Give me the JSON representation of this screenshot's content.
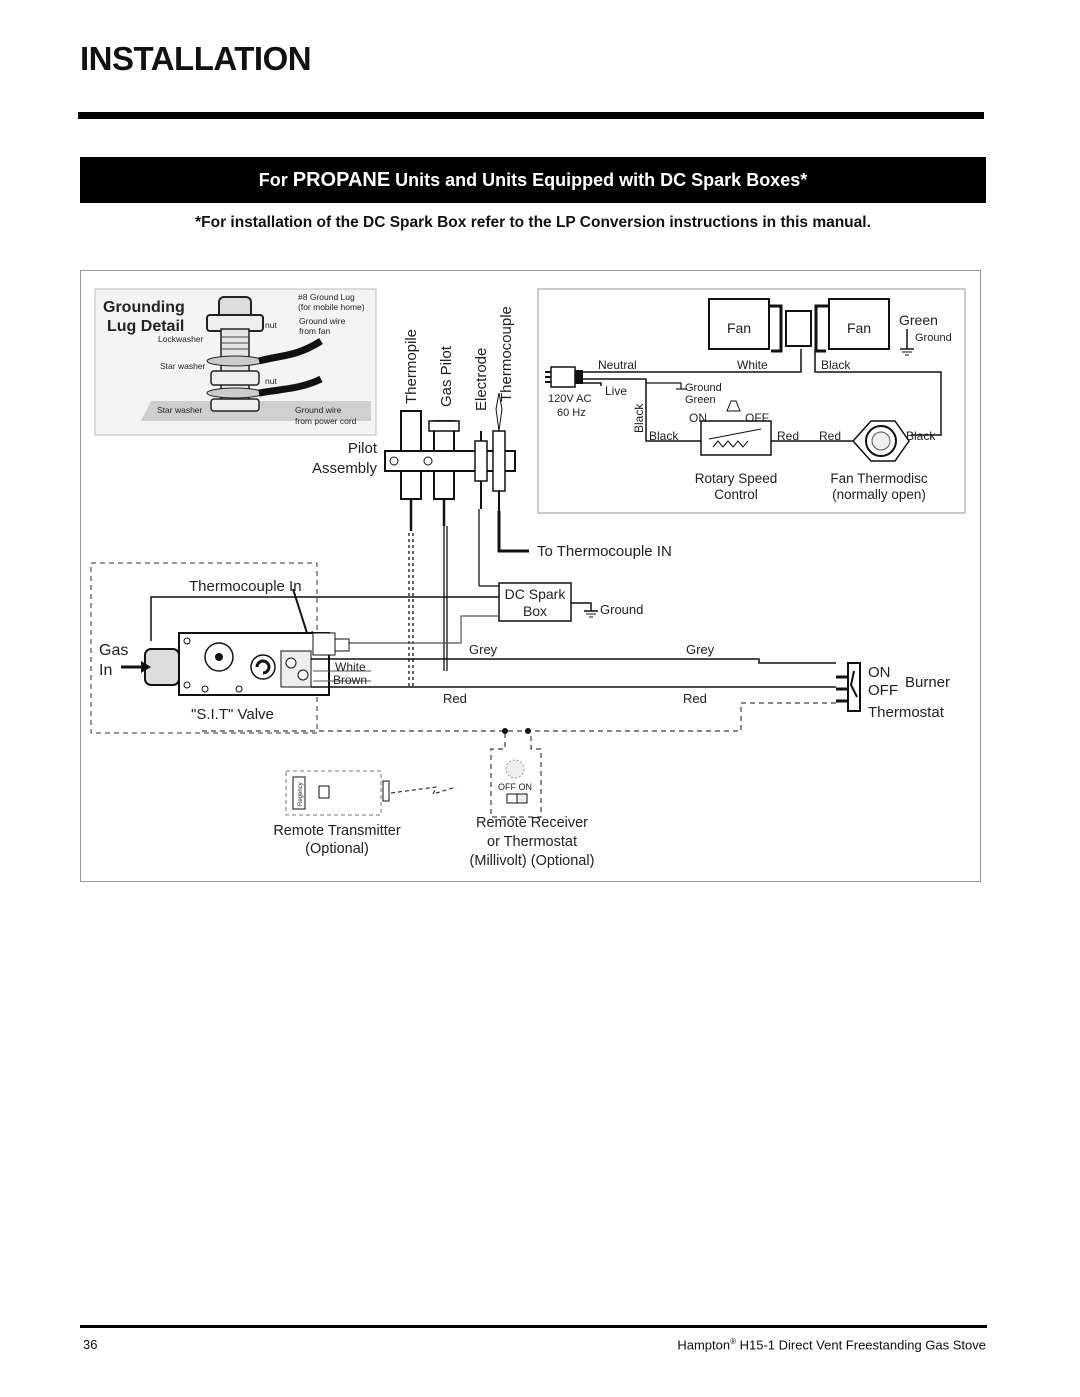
{
  "page": {
    "title": "INSTALLATION",
    "banner_pre": "For",
    "banner_big": "PROPANE",
    "banner_post": "Units and Units Equipped with DC Spark Boxes*",
    "note": "*For installation of the DC Spark Box refer to the LP Conversion instructions in this manual."
  },
  "grounding": {
    "title_1": "Grounding",
    "title_2": "Lug Detail",
    "lug": "#8 Ground Lug",
    "mobile": "(for mobile home)",
    "nut": "nut",
    "gw_fan_1": "Ground wire",
    "gw_fan_2": "from fan",
    "lockwasher": "Lockwasher",
    "star_washer": "Star washer",
    "gw_cord_1": "Ground wire",
    "gw_cord_2": "from power cord"
  },
  "pilot": {
    "thermopile": "Thermopile",
    "gas_pilot": "Gas Pilot",
    "electrode": "Electrode",
    "thermocouple": "Thermocouple",
    "assembly_1": "Pilot",
    "assembly_2": "Assembly",
    "to_thermocouple": "To Thermocouple IN"
  },
  "fan_circuit": {
    "fan": "Fan",
    "green": "Green",
    "ground": "Ground",
    "neutral": "Neutral",
    "white": "White",
    "black": "Black",
    "live": "Live",
    "ground2": "Ground",
    "green2": "Green",
    "voltage": "120V AC",
    "freq": "60 Hz",
    "on": "ON",
    "off": "OFF",
    "red": "Red",
    "rotary_1": "Rotary Speed",
    "rotary_2": "Control",
    "thermodisc_1": "Fan Thermodisc",
    "thermodisc_2": "(normally open)"
  },
  "valve": {
    "thermocouple_in": "Thermocouple In",
    "dc_spark_1": "DC Spark",
    "dc_spark_2": "Box",
    "ground": "Ground",
    "gas": "Gas",
    "in": "In",
    "grey": "Grey",
    "white": "White",
    "brown": "Brown",
    "red": "Red",
    "sit": "\"S.I.T\" Valve",
    "on": "ON",
    "off": "OFF",
    "burner": "Burner",
    "thermostat": "Thermostat"
  },
  "remote": {
    "transmitter_1": "Remote Transmitter",
    "transmitter_2": "(Optional)",
    "receiver_1": "Remote Receiver",
    "receiver_2": "or Thermostat",
    "receiver_3": "(Millivolt) (Optional)",
    "off_on": "OFF ON",
    "brand": "Regency"
  },
  "footer": {
    "page_number": "36",
    "brand": "Hampton",
    "reg": "®",
    "product": " H15-1 Direct Vent Freestanding Gas Stove"
  }
}
